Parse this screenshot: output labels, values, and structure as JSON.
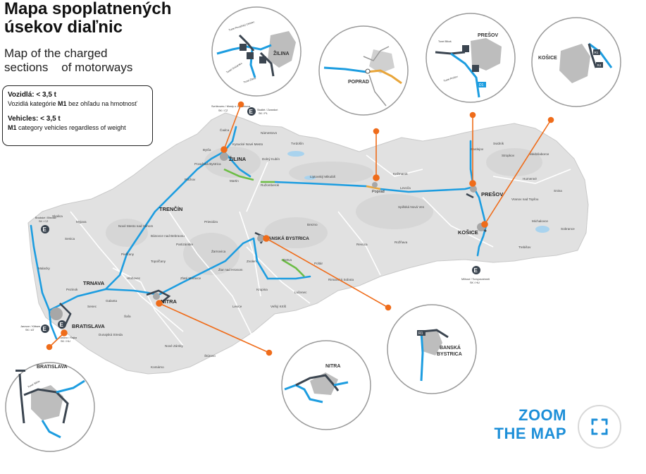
{
  "title": {
    "line1": "Mapa spoplatnených",
    "line2": "úsekov  diaľnic"
  },
  "subtitle": {
    "line1": "Map of the charged",
    "line2": "sections    of motorways"
  },
  "info": {
    "sk_heading": "Vozidlá: < 3,5 t",
    "sk_text_pre": "Vozidlá kategórie ",
    "sk_text_bold": "M1",
    "sk_text_post": " bez ohľadu na hmotnosť",
    "en_heading": "Vehicles: < 3,5 t",
    "en_text_bold": "M1",
    "en_text_post": " category vehicles regardless of weight"
  },
  "colors": {
    "motorway_charged": "#1d9de0",
    "motorway_uncharged": "#3b4550",
    "section_green": "#6cbd45",
    "section_orange": "#e8a53a",
    "pointer_orange": "#ef6c1a",
    "city_area": "#b9b9b9",
    "terrain": "#e1e1e1",
    "zoom_accent": "#1d8fd8"
  },
  "map": {
    "cities": {
      "zilina": "ŽILINA",
      "trencin": "TRENČÍN",
      "trnava": "TRNAVA",
      "bratislava": "BRATISLAVA",
      "nitra": "NITRA",
      "banska_bystrica": "BANSKÁ BYSTRICA",
      "presov": "PREŠOV",
      "kosice": "KOŠICE",
      "poprad": "Poprad"
    },
    "towns": [
      "Čadca",
      "Námestovo",
      "Tvrdošín",
      "Dolný Kubín",
      "Martin",
      "Ružomberok",
      "Liptovský Mikuláš",
      "Kežmarok",
      "Levoča",
      "Spišská Nová Ves",
      "Bardejov",
      "Svidník",
      "Stropkov",
      "Medzilaborce",
      "Humenné",
      "Snina",
      "Vranov nad Topľou",
      "Michalovce",
      "Sobrance",
      "Trebišov",
      "Rožňava",
      "Revúca",
      "Brezno",
      "Lučenec",
      "Rimavská Sobota",
      "Poltár",
      "Veľký Krtíš",
      "Zvolen",
      "Detva",
      "Krupina",
      "Žarnovica",
      "Žiar nad Hronom",
      "Levice",
      "Zlaté Moravce",
      "Topoľčany",
      "Partizánske",
      "Prievidza",
      "Bánovce nad Bebravou",
      "Nové Mesto nad Váhom",
      "Myjava",
      "Senica",
      "Skalica",
      "Malacky",
      "Pezinok",
      "Senec",
      "Galanta",
      "Šaľa",
      "Dunajská Streda",
      "Komárno",
      "Nové Zámky",
      "Štúrovo",
      "Piešťany",
      "Hlohovec",
      "Púchov",
      "Považská Bystrica",
      "Bytča",
      "Kysucké Nové Mesto"
    ],
    "border_crossings": [
      {
        "name": "Brodské / Břeclav",
        "code": "SK / CZ"
      },
      {
        "name": "Svrčinovec / Mosty u Jablunkova",
        "code": "SK / CZ"
      },
      {
        "name": "Skalité / Zwardoń",
        "code": "SK / PL"
      },
      {
        "name": "Jarovce / Kittsee",
        "code": "SK / AT"
      },
      {
        "name": "Čunovo / Rajka",
        "code": "SK / HU"
      },
      {
        "name": "Milhosť / Tornyosnémeti",
        "code": "SK / HU"
      }
    ]
  },
  "insets": {
    "zilina": {
      "city": "ŽILINA",
      "tunnels": [
        "Tunel Považský Chlmec",
        "Tunel Ovčiarsko",
        "Tunel Žilina"
      ]
    },
    "poprad": {
      "city": "POPRAD"
    },
    "presov": {
      "city": "PREŠOV",
      "tunnels": [
        "Tunel Bikoš",
        "Tunel Prešov"
      ],
      "road": "D1"
    },
    "kosice": {
      "city": "KOŠICE",
      "roads": [
        "R1",
        "R4"
      ]
    },
    "banska_bystrica": {
      "city_line1": "BANSKÁ",
      "city_line2": "BYSTRICA",
      "road": "R1"
    },
    "nitra": {
      "city": "NITRA"
    },
    "bratislava": {
      "city": "BRATISLAVA",
      "tunnel": "Tunel Sitina"
    }
  },
  "zoom": {
    "line1": "ZOOM",
    "line2": "THE MAP",
    "icon": "expand-icon"
  }
}
